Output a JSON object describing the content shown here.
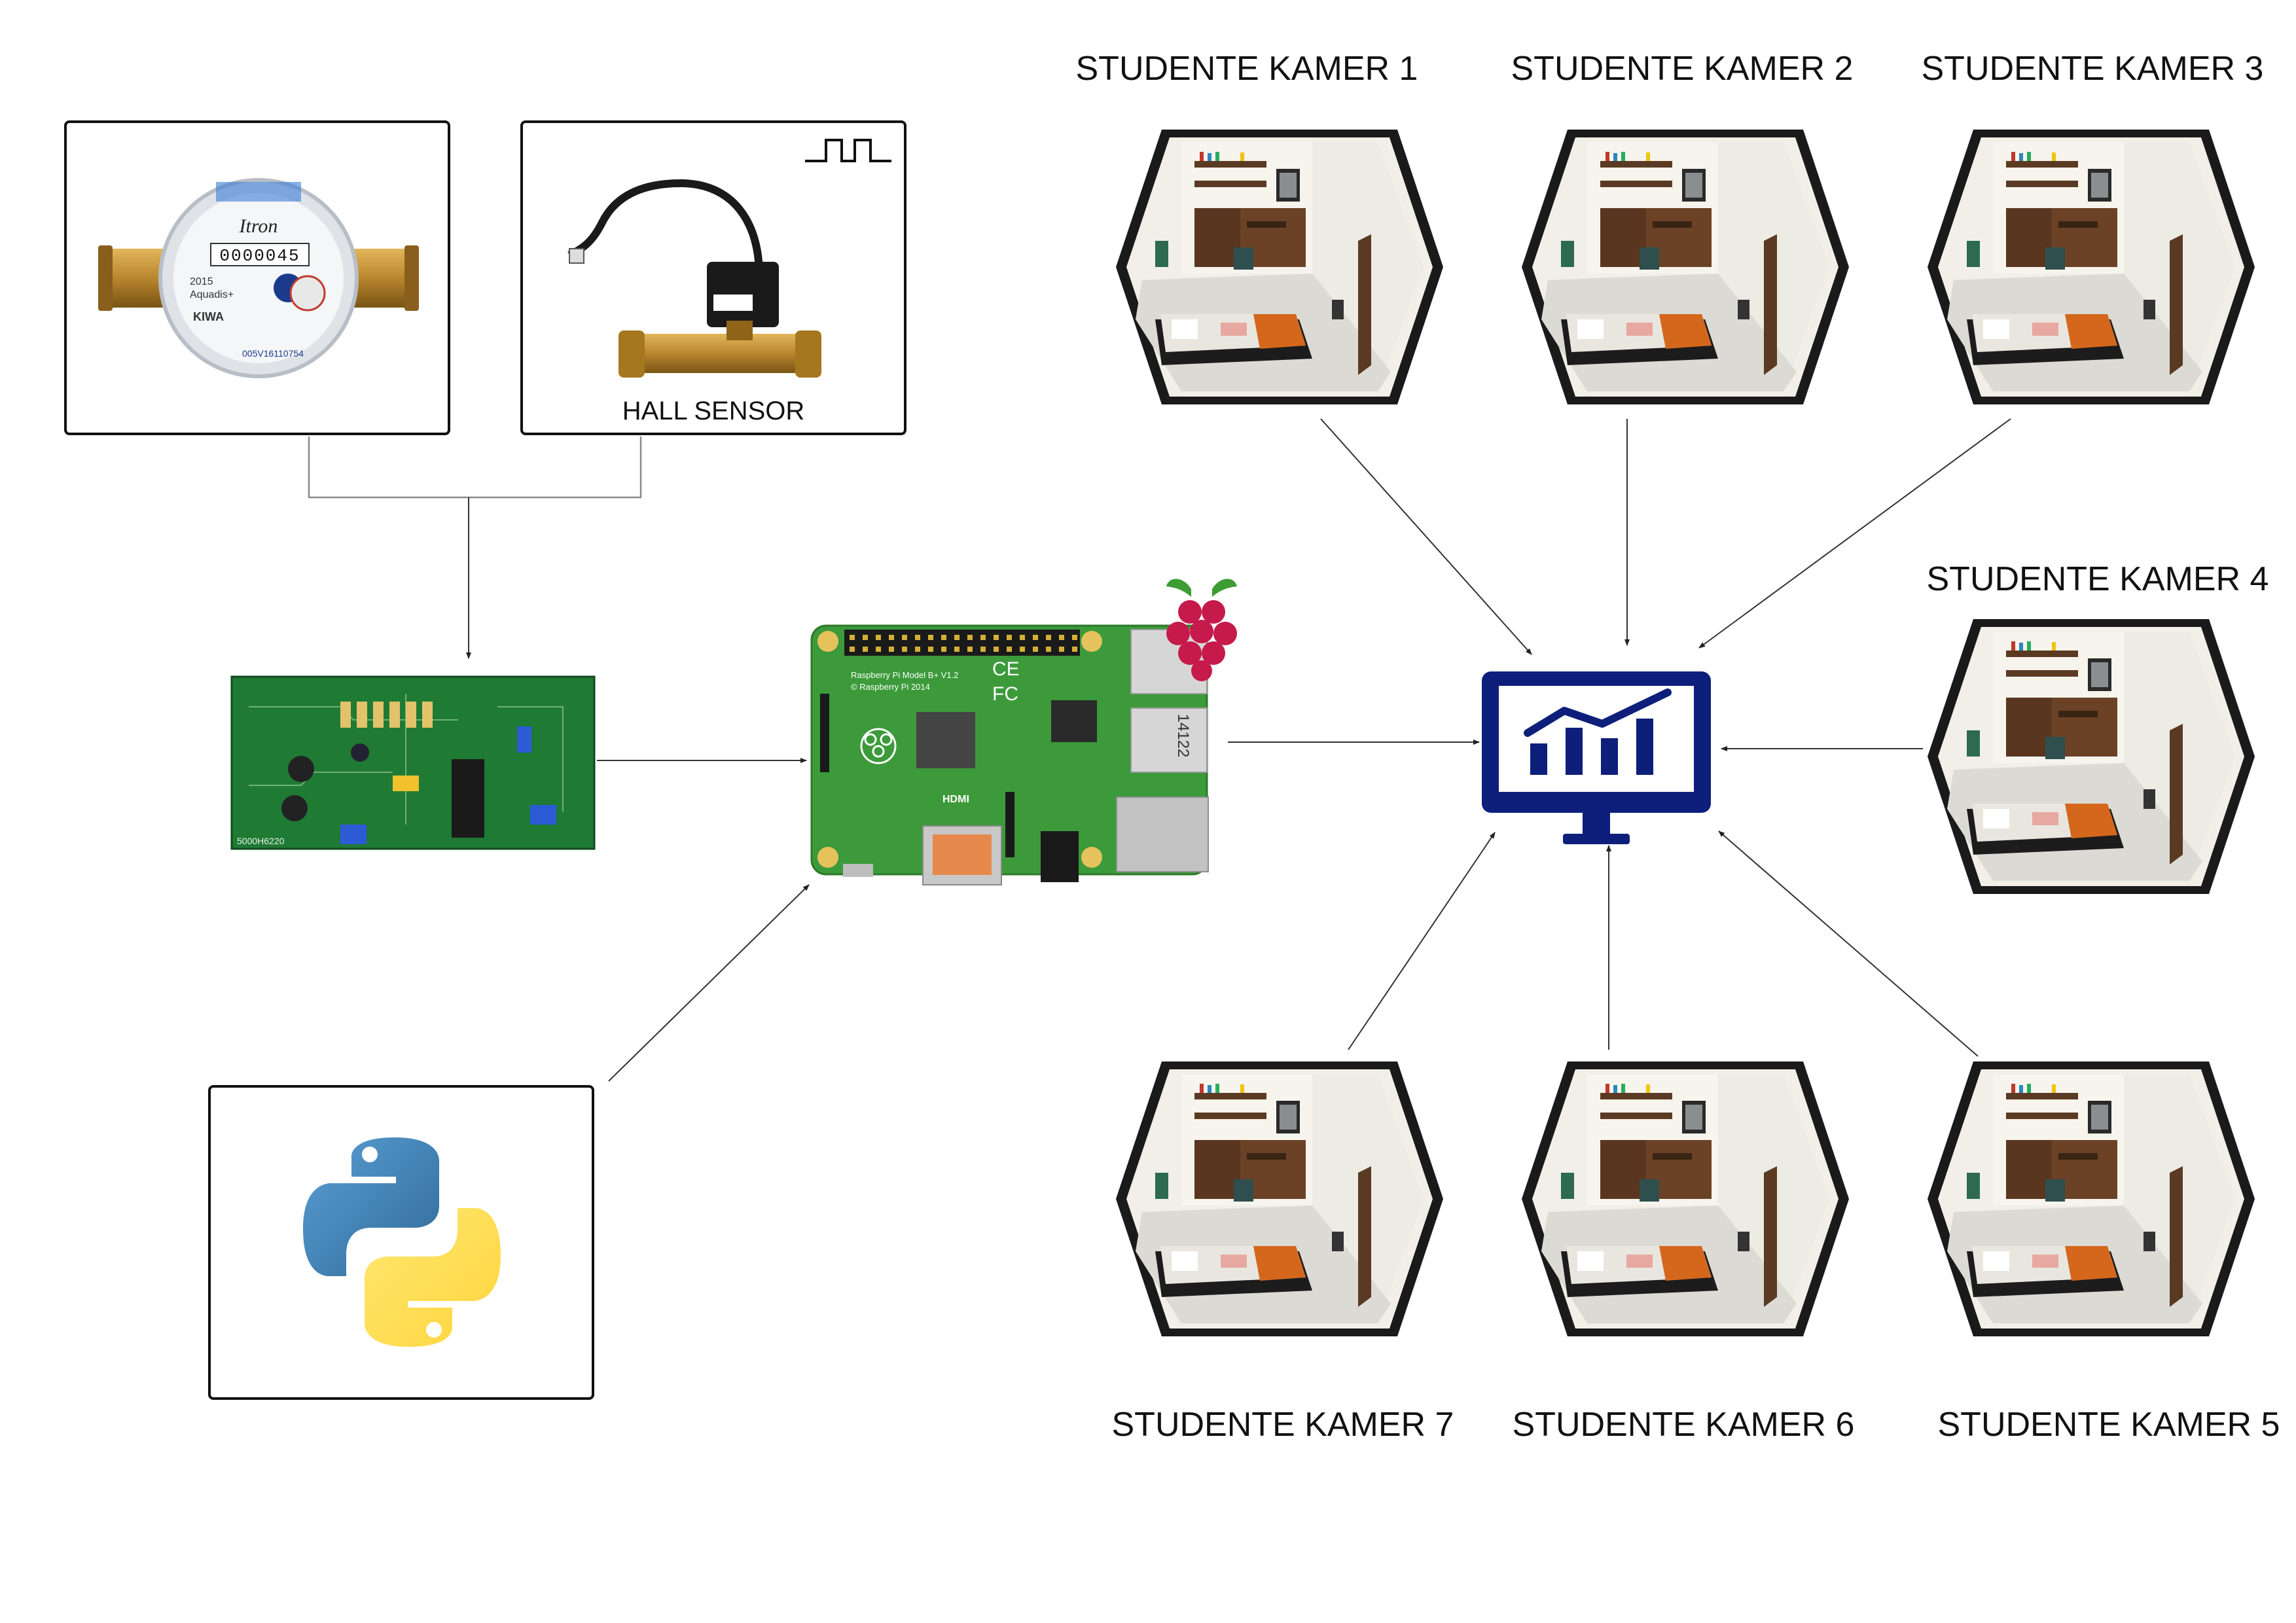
{
  "hall_sensor": {
    "label": "HALL SENSOR"
  },
  "rooms": [
    {
      "id": 1,
      "label": "STUDENTE KAMER 1"
    },
    {
      "id": 2,
      "label": "STUDENTE KAMER 2"
    },
    {
      "id": 3,
      "label": "STUDENTE KAMER 3"
    },
    {
      "id": 4,
      "label": "STUDENTE KAMER 4"
    },
    {
      "id": 5,
      "label": "STUDENTE KAMER 5"
    },
    {
      "id": 6,
      "label": "STUDENTE KAMER 6"
    },
    {
      "id": 7,
      "label": "STUDENTE KAMER 7"
    }
  ],
  "water_meter": {
    "brand": "Itron",
    "model": "Aquadis+",
    "reading": "0000045",
    "year": "2015",
    "cert": "KIWA",
    "serial": "005V16110754"
  },
  "raspberry_pi": {
    "model_text": "Raspberry Pi Model B+ V1.2",
    "copyright": "© Raspberry Pi 2014",
    "hdmi": "HDMI",
    "usb_code": "14122"
  },
  "pcb": {
    "code": "5000H6220"
  },
  "colors": {
    "dashboard": "#0d1f7a",
    "pcb_green": "#1f7a34",
    "pi_green": "#3c9a3a",
    "raspberry_red": "#c51a4a",
    "python_blue": "#3b74a8",
    "python_yellow": "#fed542",
    "brass": "#b8862e"
  },
  "icons": {
    "pulse": "square-wave-icon",
    "dashboard": "monitor-chart-icon",
    "python": "python-logo-icon",
    "raspberry": "raspberry-logo-icon"
  }
}
